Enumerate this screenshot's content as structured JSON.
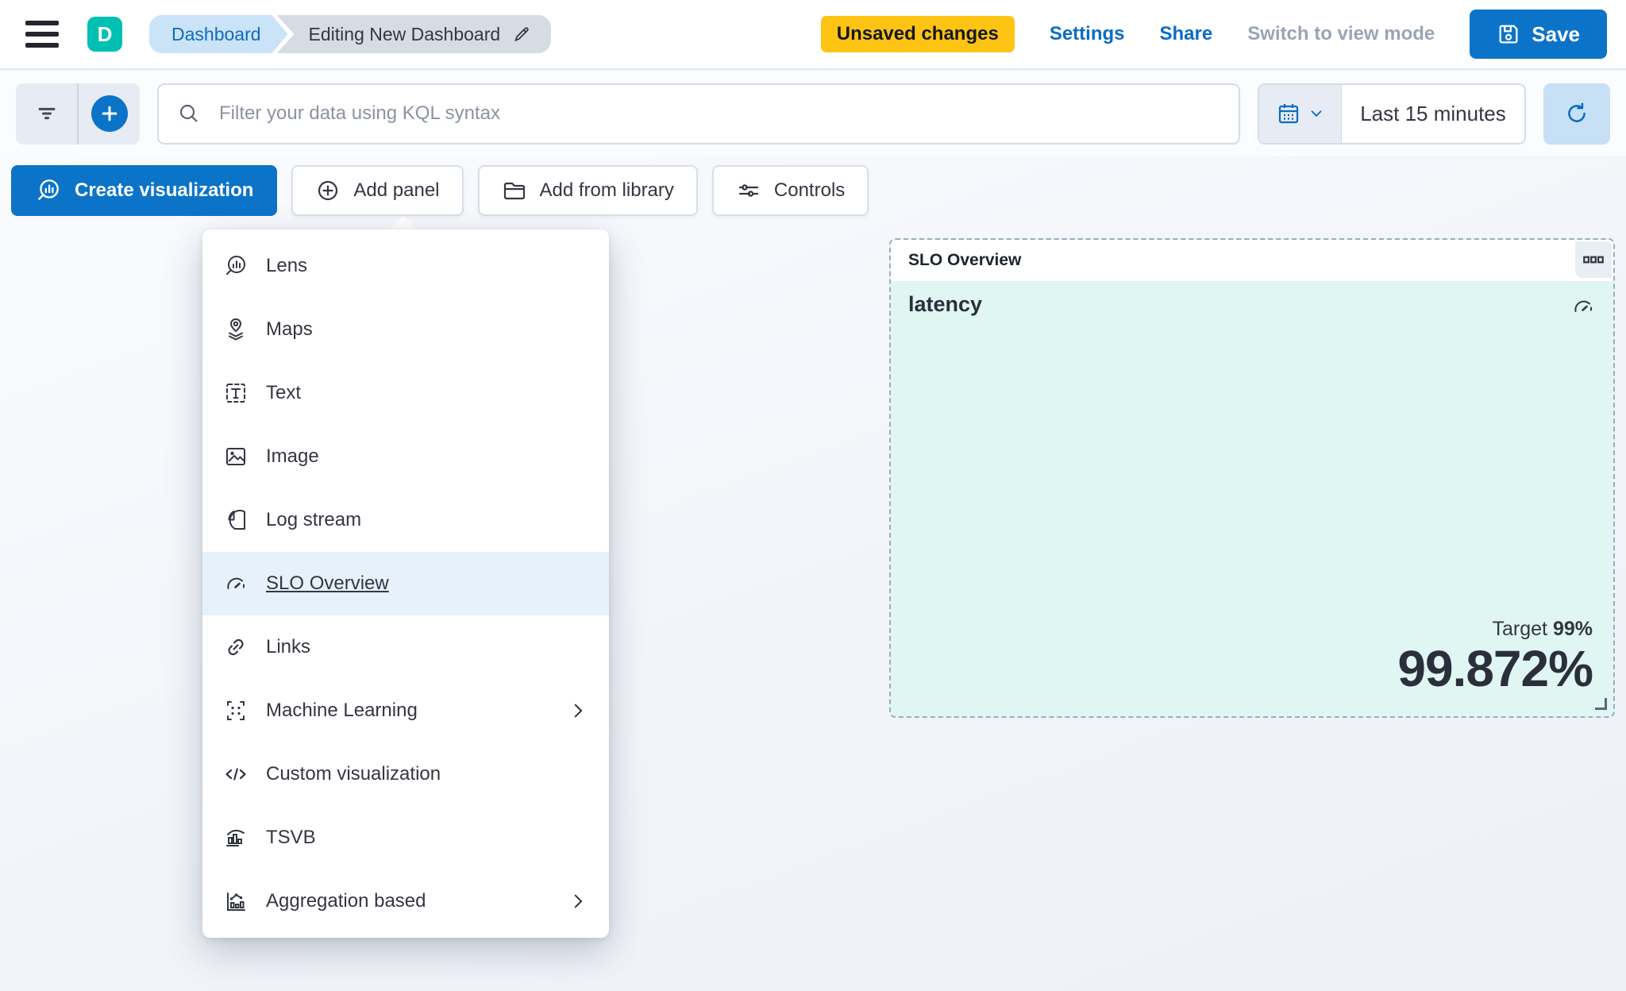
{
  "header": {
    "avatar_initial": "D",
    "breadcrumbs": [
      {
        "label": "Dashboard"
      },
      {
        "label": "Editing New Dashboard"
      }
    ],
    "unsaved_badge": "Unsaved changes",
    "settings_label": "Settings",
    "share_label": "Share",
    "view_mode_label": "Switch to view mode",
    "save_label": "Save"
  },
  "toolbar": {
    "search_placeholder": "Filter your data using KQL syntax",
    "search_value": "",
    "time_range": "Last 15 minutes"
  },
  "actions": {
    "create_visualization": "Create visualization",
    "add_panel": "Add panel",
    "add_from_library": "Add from library",
    "controls": "Controls"
  },
  "add_panel_menu": {
    "items": [
      {
        "label": "Lens",
        "icon": "lens-icon"
      },
      {
        "label": "Maps",
        "icon": "maps-icon"
      },
      {
        "label": "Text",
        "icon": "text-icon"
      },
      {
        "label": "Image",
        "icon": "image-icon"
      },
      {
        "label": "Log stream",
        "icon": "log-stream-icon"
      },
      {
        "label": "SLO Overview",
        "icon": "gauge-icon",
        "highlighted": true
      },
      {
        "label": "Links",
        "icon": "link-icon"
      },
      {
        "label": "Machine Learning",
        "icon": "machine-learning-icon",
        "has_submenu": true
      },
      {
        "label": "Custom visualization",
        "icon": "code-icon"
      },
      {
        "label": "TSVB",
        "icon": "tsvb-icon"
      },
      {
        "label": "Aggregation based",
        "icon": "aggregation-icon",
        "has_submenu": true
      }
    ]
  },
  "slo_panel": {
    "title": "SLO Overview",
    "metric_name": "latency",
    "target_label": "Target ",
    "target_value": "99%",
    "value": "99.872%"
  },
  "colors": {
    "primary": "#0b74c9",
    "avatar_teal": "#00bfb3",
    "warning_badge": "#fdc413",
    "panel_mint": "#e0f6f2",
    "menu_highlight": "#e7f1fb",
    "dashed_border": "#9daabd"
  }
}
